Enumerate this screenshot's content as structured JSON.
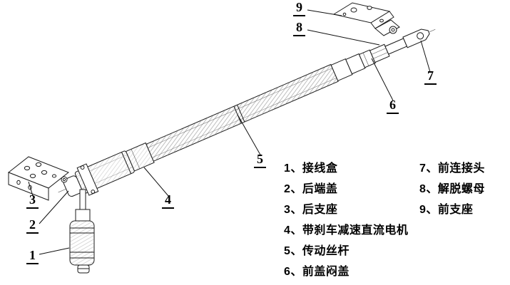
{
  "colors": {
    "ink": "#1a1a1a",
    "background": "#ffffff"
  },
  "callout_numbers": [
    "1",
    "2",
    "3",
    "4",
    "5",
    "6",
    "7",
    "8",
    "9"
  ],
  "legend": {
    "left": [
      "1、接线盒",
      "2、后端盖",
      "3、后支座",
      "4、带刹车减速直流电机",
      "5、传动丝杆",
      "6、前盖闷盖"
    ],
    "right": [
      "7、前连接头",
      "8、解脱螺母",
      "9、前支座"
    ]
  }
}
